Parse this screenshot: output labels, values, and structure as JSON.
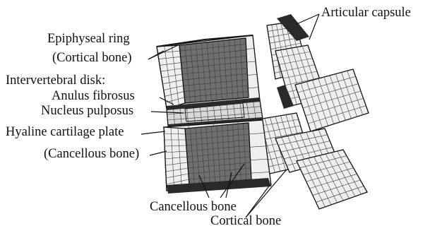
{
  "figure": {
    "labels": {
      "articular_capsule": "Articular capsule",
      "epiphyseal_ring": "Epiphyseal ring",
      "epiphyseal_ring_material": "(Cortical bone)",
      "intervertebral_disk": "Intervertebral disk:",
      "anulus_fibrosus": "Anulus fibrosus",
      "nucleus_pulposus": "Nucleus pulposus",
      "hyaline_cartilage_plate": "Hyaline cartilage plate",
      "hyaline_material": "(Cancellous bone)",
      "cancellous_bone": "Cancellous bone",
      "cortical_bone": "Cortical bone"
    },
    "colors": {
      "ink": "#111111",
      "mesh_line": "#3a3a3a",
      "light_fill": "#efefef",
      "dark_fill": "#6f6f6f",
      "endplate": "#2a2a2a",
      "disk_fill": "#d8d8d8"
    }
  }
}
